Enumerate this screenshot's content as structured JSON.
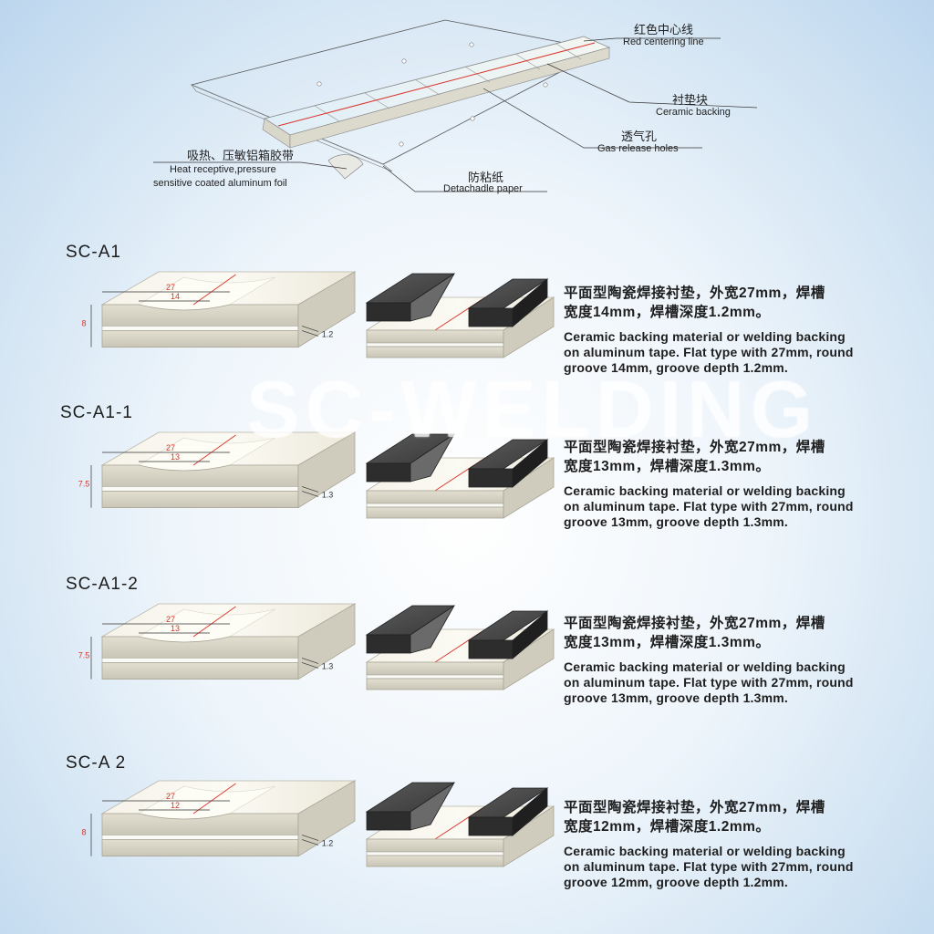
{
  "watermark": "SC-WELDING",
  "assembly_labels": {
    "red_line_cn": "红色中心线",
    "red_line_en": "Red centering line",
    "ceramic_cn": "衬垫块",
    "ceramic_en": "Ceramic backing",
    "holes_cn": "透气孔",
    "holes_en": "Gas release holes",
    "foil_cn": "吸热、压敏铝箱胶带",
    "foil_en_1": "Heat receptive,pressure",
    "foil_en_2": "sensitive coated aluminum foil",
    "paper_cn": "防粘纸",
    "paper_en": "Detachadle paper"
  },
  "products": [
    {
      "model": "SC-A1",
      "dim_width": "27",
      "dim_groove": "14",
      "dim_height": "8",
      "dim_depth": "1.2",
      "desc_cn_1": "平面型陶瓷焊接衬垫，外宽27mm，焊槽",
      "desc_cn_2": "宽度14mm，焊槽深度1.2mm。",
      "desc_en_1": "Ceramic backing material or welding backing",
      "desc_en_2": "on aluminum tape. Flat type with 27mm, round",
      "desc_en_3": "groove 14mm, groove depth 1.2mm."
    },
    {
      "model": "SC-A1-1",
      "dim_width": "27",
      "dim_groove": "13",
      "dim_height": "7.5",
      "dim_depth": "1.3",
      "desc_cn_1": "平面型陶瓷焊接衬垫，外宽27mm，焊槽",
      "desc_cn_2": "宽度13mm，焊槽深度1.3mm。",
      "desc_en_1": "Ceramic backing material or welding backing",
      "desc_en_2": "on aluminum tape. Flat type with 27mm, round",
      "desc_en_3": "groove 13mm, groove depth 1.3mm."
    },
    {
      "model": "SC-A1-2",
      "dim_width": "27",
      "dim_groove": "13",
      "dim_height": "7.5",
      "dim_depth": "1.3",
      "desc_cn_1": "平面型陶瓷焊接衬垫，外宽27mm，焊槽",
      "desc_cn_2": "宽度13mm，焊槽深度1.3mm。",
      "desc_en_1": "Ceramic backing material or welding backing",
      "desc_en_2": "on aluminum tape. Flat type with 27mm, round",
      "desc_en_3": "groove 13mm, groove depth 1.3mm."
    },
    {
      "model": "SC-A 2",
      "dim_width": "27",
      "dim_groove": "12",
      "dim_height": "8",
      "dim_depth": "1.2",
      "desc_cn_1": "平面型陶瓷焊接衬垫，外宽27mm，焊槽",
      "desc_cn_2": "宽度12mm，焊槽深度1.2mm。",
      "desc_en_1": "Ceramic backing material or welding backing",
      "desc_en_2": "on aluminum tape. Flat type with 27mm, round",
      "desc_en_3": "groove 12mm, groove depth 1.2mm."
    }
  ],
  "colors": {
    "ceramic_top": "#f3efe2",
    "ceramic_side": "#d6d2c4",
    "foil": "#c7c4ba",
    "plate": "#3b3b3b",
    "red_line": "#d9342b"
  }
}
